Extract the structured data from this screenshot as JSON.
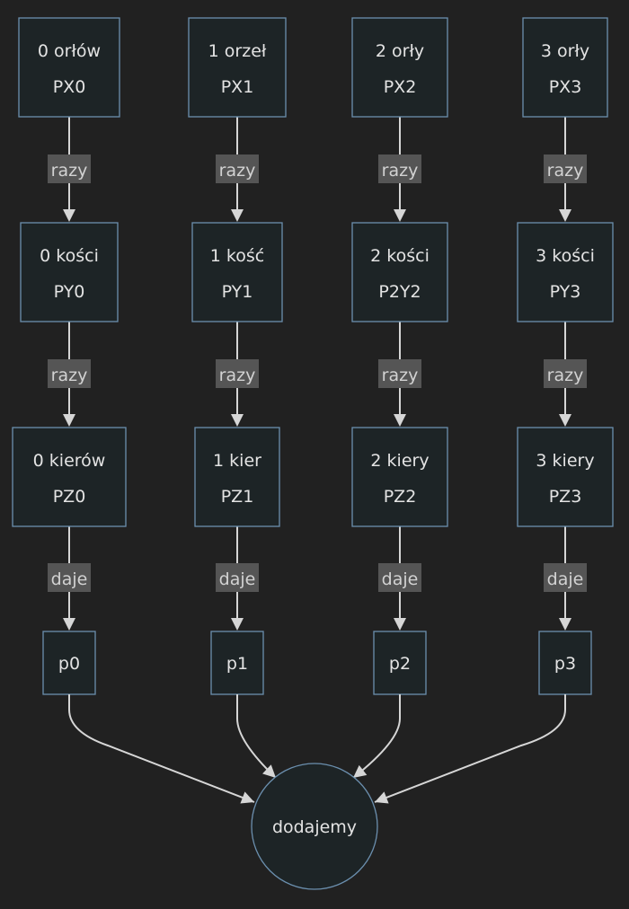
{
  "columns": [
    {
      "nodes": [
        {
          "line1": "0 orłów",
          "line2": "PX0"
        },
        {
          "line1": "0 kości",
          "line2": "PY0"
        },
        {
          "line1": "0 kierów",
          "line2": "PZ0"
        },
        {
          "line1": "p0"
        }
      ],
      "edges": [
        "razy",
        "razy",
        "daje"
      ]
    },
    {
      "nodes": [
        {
          "line1": "1 orzeł",
          "line2": "PX1"
        },
        {
          "line1": "1 kość",
          "line2": "PY1"
        },
        {
          "line1": "1 kier",
          "line2": "PZ1"
        },
        {
          "line1": "p1"
        }
      ],
      "edges": [
        "razy",
        "razy",
        "daje"
      ]
    },
    {
      "nodes": [
        {
          "line1": "2 orły",
          "line2": "PX2"
        },
        {
          "line1": "2 kości",
          "line2": "P2Y2"
        },
        {
          "line1": "2 kiery",
          "line2": "PZ2"
        },
        {
          "line1": "p2"
        }
      ],
      "edges": [
        "razy",
        "razy",
        "daje"
      ]
    },
    {
      "nodes": [
        {
          "line1": "3 orły",
          "line2": "PX3"
        },
        {
          "line1": "3 kości",
          "line2": "PY3"
        },
        {
          "line1": "3 kiery",
          "line2": "PZ3"
        },
        {
          "line1": "p3"
        }
      ],
      "edges": [
        "razy",
        "razy",
        "daje"
      ]
    }
  ],
  "sink": {
    "label": "dodajemy"
  }
}
